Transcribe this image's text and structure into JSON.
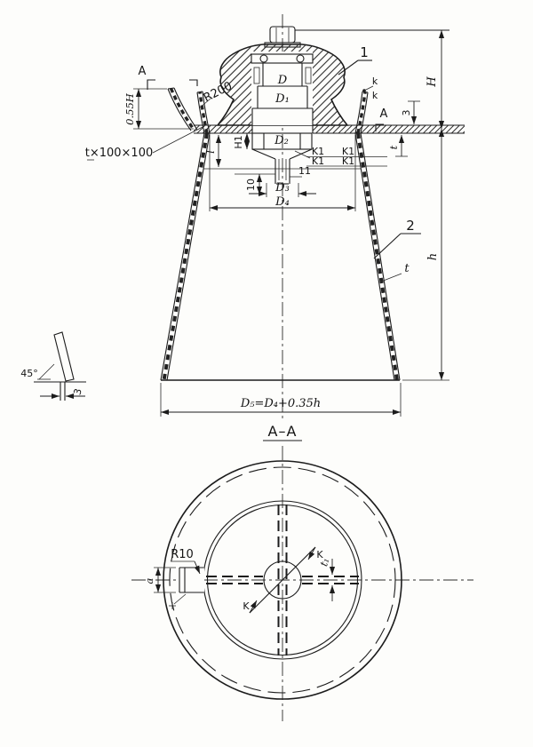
{
  "labels": {
    "part_1": "1",
    "part_2": "2",
    "section_a_left": "A",
    "section_a_right": "A",
    "section_title": "A–A",
    "weld_k_top": "k",
    "weld_k_bottom": "k",
    "weld_k1": "K1",
    "dim_H": "H",
    "dim_h": "h",
    "dim_055H": "0.55H",
    "dim_R200": "R200",
    "bracket_spec": "t×100×100",
    "dim_D": "D",
    "dim_D1": "D₁",
    "dim_D2": "D₂",
    "dim_D3": "D₃",
    "dim_D4": "D₄",
    "dim_D5": "D₅=D₄+0.35h",
    "dim_H1": "H1",
    "dim_l": "l",
    "dim_10": "10",
    "dim_11": "11",
    "dim_3_deck": "3",
    "dim_t_deck": "t",
    "dim_t_shell": "t",
    "weld_angle": "45°",
    "weld_gap": "3",
    "dim_R10": "R10",
    "dim_a": "a",
    "dim_t1": "t₁",
    "section_k_top": "K",
    "section_k_bottom": "K"
  },
  "colors": {
    "paper": "#fdfdfb",
    "ink": "#1c1c1c"
  }
}
